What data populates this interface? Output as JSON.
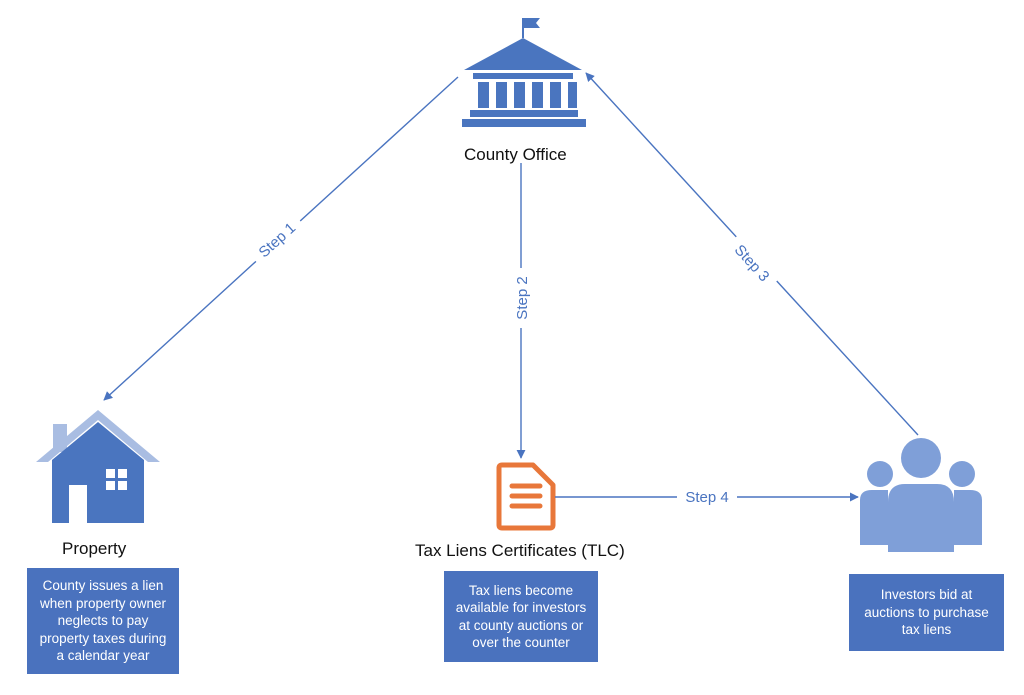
{
  "colors": {
    "icon_blue": "#4a75bf",
    "roof_light": "#a9bde2",
    "people_blue": "#7f9fd8",
    "document_orange": "#e8773a",
    "arrow_blue": "#4a74c0",
    "box_blue": "#4a72be",
    "label_text": "#111111"
  },
  "nodes": {
    "county_office": {
      "label": "County Office",
      "icon": "courthouse-icon"
    },
    "property": {
      "label": "Property",
      "icon": "house-icon",
      "description": "County issues a lien\nwhen property owner\nneglects to pay\nproperty taxes during\na calendar year"
    },
    "tlc": {
      "label": "Tax Liens Certificates (TLC)",
      "icon": "document-icon",
      "description": "Tax liens become\navailable for investors\nat county auctions or\nover the counter"
    },
    "investors": {
      "label": "",
      "icon": "people-group-icon",
      "description": "Investors bid at\nauctions to purchase\ntax liens"
    }
  },
  "steps": [
    {
      "label": "Step 1",
      "from": "county_office",
      "to": "property"
    },
    {
      "label": "Step 2",
      "from": "county_office",
      "to": "tlc"
    },
    {
      "label": "Step 3",
      "from": "investors",
      "to": "county_office"
    },
    {
      "label": "Step 4",
      "from": "tlc",
      "to": "investors"
    }
  ]
}
